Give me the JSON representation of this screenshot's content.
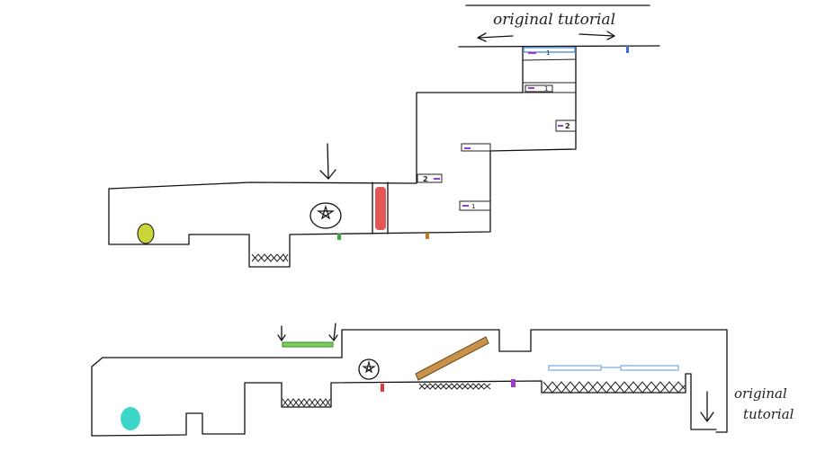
{
  "labels": {
    "top_tutorial": "original tutorial",
    "bottom_tutorial_line1": "original",
    "bottom_tutorial_line2": "tutorial"
  },
  "markers": {
    "one": "1",
    "two": "2"
  },
  "colors": {
    "ink": "#111111",
    "yellow_player": "#c8d63a",
    "cyan_player": "#3ed6c8",
    "red_barrier": "#e03a3a",
    "green_switch": "#3aa63a",
    "orange_switch": "#c07a20",
    "purple_switch": "#9a3ad0",
    "blue_marker": "#3a6fd6",
    "orange_ramp": "#c8924a",
    "light_blue_platform": "#8fb8e6",
    "green_platform": "#7ccf5a"
  }
}
